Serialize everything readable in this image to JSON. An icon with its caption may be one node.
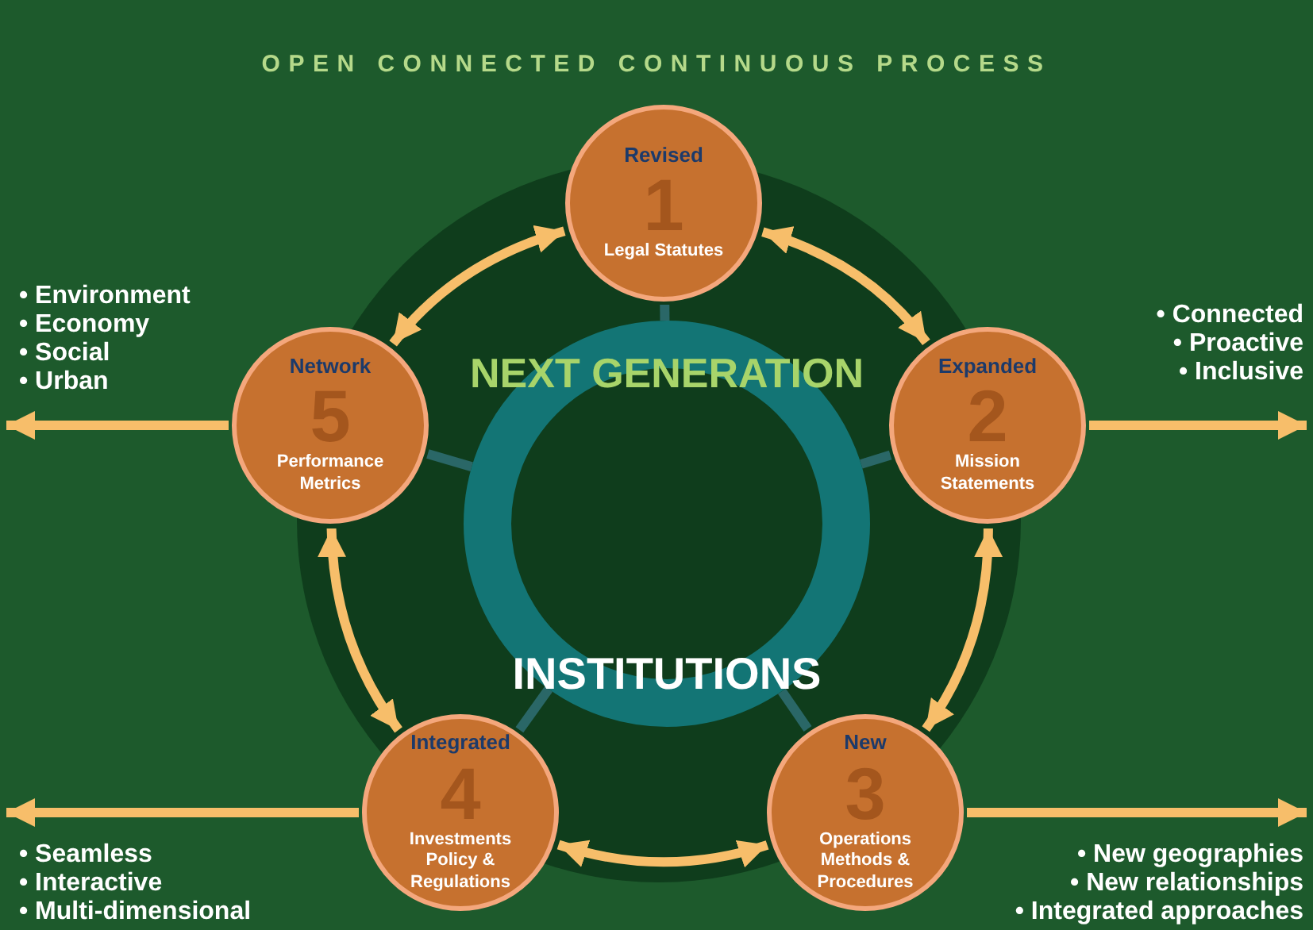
{
  "diagram": {
    "nodes": [
      {
        "text": [
          "NEXT GENERATION",
          "INSTITUTIONS"
        ]
      },
      {
        "text": [
          "Revised",
          "1",
          "Legal Statutes"
        ]
      },
      {
        "text": [
          "Expanded",
          "2",
          "Mission Statements"
        ]
      },
      {
        "text": [
          "New",
          "3",
          "Operations Methods & Procedures"
        ]
      },
      {
        "text": [
          "Integrated",
          "4",
          "Investments Policy & Regulations"
        ]
      },
      {
        "text": [
          "Network",
          "5",
          "Performance Metrics"
        ]
      }
    ],
    "edges": [
      {
        "from": 1,
        "to": 2,
        "arrow": "both"
      },
      {
        "from": 2,
        "to": 3,
        "arrow": "both"
      },
      {
        "from": 3,
        "to": 4,
        "arrow": "both"
      },
      {
        "from": 4,
        "to": 5,
        "arrow": "both"
      },
      {
        "from": 5,
        "to": 1,
        "arrow": "both"
      },
      {
        "from": 5,
        "to": null,
        "arrow": "to"
      },
      {
        "from": 2,
        "to": null,
        "arrow": "to"
      },
      {
        "from": 4,
        "to": null,
        "arrow": "to"
      },
      {
        "from": 3,
        "to": null,
        "arrow": "to"
      },
      {
        "from": 0,
        "to": 1,
        "arrow": "none",
        "color": "#2a6767"
      },
      {
        "from": 0,
        "to": 2,
        "arrow": "none",
        "color": "#2a6767"
      },
      {
        "from": 0,
        "to": 3,
        "arrow": "none",
        "color": "#2a6767"
      },
      {
        "from": 0,
        "to": 4,
        "arrow": "none",
        "color": "#2a6767"
      },
      {
        "from": 0,
        "to": 5,
        "arrow": "none",
        "color": "#2a6767"
      }
    ],
    "labels": [
      "OPEN CONNECTED CONTINUOUS PROCESS",
      "• Environment",
      "• Economy",
      "• Social",
      "• Urban",
      "• Connected",
      "• Proactive",
      "• Inclusive",
      "• Seamless",
      "• Interactive",
      "• Multi-dimensional",
      "• New geographies",
      "• New relationships",
      "• Integrated approaches"
    ]
  }
}
